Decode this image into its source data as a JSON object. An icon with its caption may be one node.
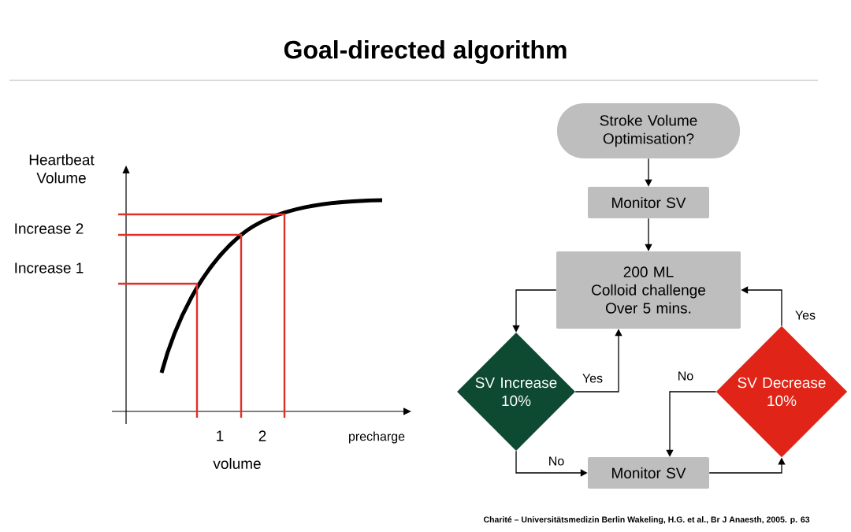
{
  "diagram": {
    "title": "Goal-directed algorithm",
    "nodes": [
      {
        "text": [
          "Stroke Volume Optimisation?"
        ]
      },
      {
        "text": [
          "Monitor SV"
        ]
      },
      {
        "text": [
          "200 ML",
          "Colloid challenge",
          "Over 5 mins."
        ]
      },
      {
        "text": [
          "SV Increase 10%"
        ]
      },
      {
        "text": [
          "SV Decrease 10%"
        ]
      },
      {
        "text": [
          "Monitor SV"
        ]
      }
    ],
    "edges": [
      {
        "from": 0,
        "to": 1,
        "arrow": "to"
      },
      {
        "from": 1,
        "to": 2,
        "arrow": "to"
      },
      {
        "from": 2,
        "to": 3,
        "arrow": "to"
      },
      {
        "from": 3,
        "to": 2,
        "arrow": "to",
        "label": "Yes"
      },
      {
        "from": 3,
        "to": 5,
        "arrow": "to",
        "label": "No"
      },
      {
        "from": 5,
        "to": 4,
        "arrow": "to"
      },
      {
        "from": 4,
        "to": 5,
        "arrow": "to",
        "label": "No"
      },
      {
        "from": 4,
        "to": 2,
        "arrow": "to",
        "label": "Yes"
      }
    ],
    "labels": [
      "Heartbeat Volume",
      "Increase 2",
      "Increase 1",
      "1",
      "2",
      "precharge",
      "volume",
      "Charité – Universitätsmedizin Berlin  Wakeling, H.G. et al., Br J Anaesth, 2005. p. 63"
    ]
  }
}
